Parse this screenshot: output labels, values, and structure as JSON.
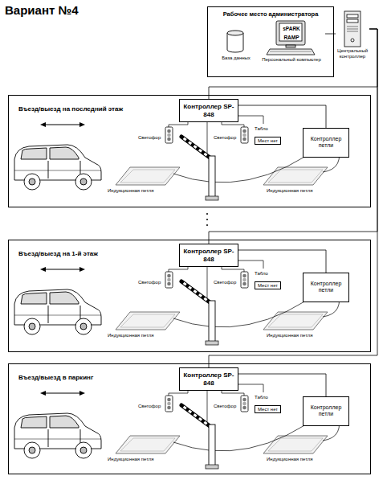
{
  "diagram": {
    "title": "Вариант №4",
    "nodes": [
      {
        "text": [
          "Рабочее место администратора"
        ]
      },
      {
        "text": [
          "База данных"
        ],
        "in": 0
      },
      {
        "text": [
          "sPARK RAMP",
          "Персональный компьютер"
        ],
        "in": 0
      },
      {
        "text": [
          "Центральный контроллер"
        ]
      },
      {
        "text": [
          "Въезд/выезд на последний этаж"
        ]
      },
      {
        "text": [
          "Контроллер SP-848"
        ],
        "in": 4
      },
      {
        "text": [
          "Табло",
          "Мест нет"
        ],
        "in": 4
      },
      {
        "text": [
          "Контроллер петли"
        ],
        "in": 4
      },
      {
        "text": [
          "Въезд/выезд на 1-й этаж"
        ]
      },
      {
        "text": [
          "Контроллер SP-848"
        ],
        "in": 8
      },
      {
        "text": [
          "Табло",
          "Мест нет"
        ],
        "in": 8
      },
      {
        "text": [
          "Контроллер петли"
        ],
        "in": 8
      },
      {
        "text": [
          "Въезд/выезд в паркинг"
        ]
      },
      {
        "text": [
          "Контроллер SP-848"
        ],
        "in": 12
      },
      {
        "text": [
          "Табло",
          "Мест нет"
        ],
        "in": 12
      },
      {
        "text": [
          "Контроллер петли"
        ],
        "in": 12
      }
    ],
    "edges": [
      {
        "from": 2,
        "to": 3,
        "arrow": "none"
      },
      {
        "from": 3,
        "to": 5,
        "arrow": "none"
      },
      {
        "from": 3,
        "to": 9,
        "arrow": "none"
      },
      {
        "from": 3,
        "to": 13,
        "arrow": "none"
      },
      {
        "from": 5,
        "to": 7,
        "arrow": "none"
      },
      {
        "from": 9,
        "to": 11,
        "arrow": "none"
      },
      {
        "from": 13,
        "to": 15,
        "arrow": "none"
      }
    ],
    "labels": [
      "Светофор",
      "Светофор",
      "Индукционная петля",
      "Индукционная петля",
      "Светофор",
      "Светофор",
      "Индукционная петля",
      "Индукционная петля",
      "Светофор",
      "Светофор",
      "Индукционная петля",
      "Индукционная петля"
    ]
  }
}
